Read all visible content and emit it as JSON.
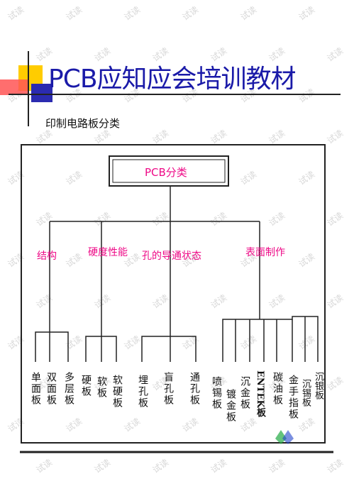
{
  "title": "PCB应知应会培训教材",
  "subtitle": "印制电路板分类",
  "chart": {
    "root": "PCB分类",
    "categories": [
      {
        "label": "结构",
        "leaves": [
          "单面板",
          "双面板",
          "多层板"
        ]
      },
      {
        "label": "硬度性能",
        "leaves": [
          "硬板",
          "软板",
          "软硬板"
        ]
      },
      {
        "label": "孔的导通状态",
        "leaves": [
          "埋孔板",
          "盲孔板",
          "通孔板"
        ]
      },
      {
        "label": "表面制作",
        "leaves": [
          "喷锡板",
          "镀金板",
          "沉金板",
          "ENTEK板",
          "碳油板",
          "金手指板",
          "沉锡板",
          "沉银板"
        ]
      }
    ]
  },
  "watermark": "试读",
  "colors": {
    "title": "#1a1aa8",
    "category": "#ee0a87",
    "deco_yellow": "#ffcc00",
    "deco_red": "#ff3333",
    "deco_blue": "#2222aa"
  }
}
